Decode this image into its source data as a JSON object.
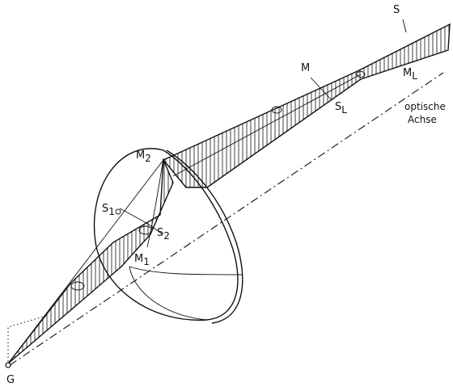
{
  "labels": {
    "S": "S",
    "M": "M",
    "ML_main": "M",
    "ML_sub": "L",
    "SL_main": "S",
    "SL_sub": "L",
    "axis_line1": "optische",
    "axis_line2": "Achse",
    "M2_main": "M",
    "M2_sub": "2",
    "S1_main": "S",
    "S1_sub": "1",
    "S2_main": "S",
    "S2_sub": "2",
    "M1_main": "M",
    "M1_sub": "1",
    "G": "G"
  }
}
